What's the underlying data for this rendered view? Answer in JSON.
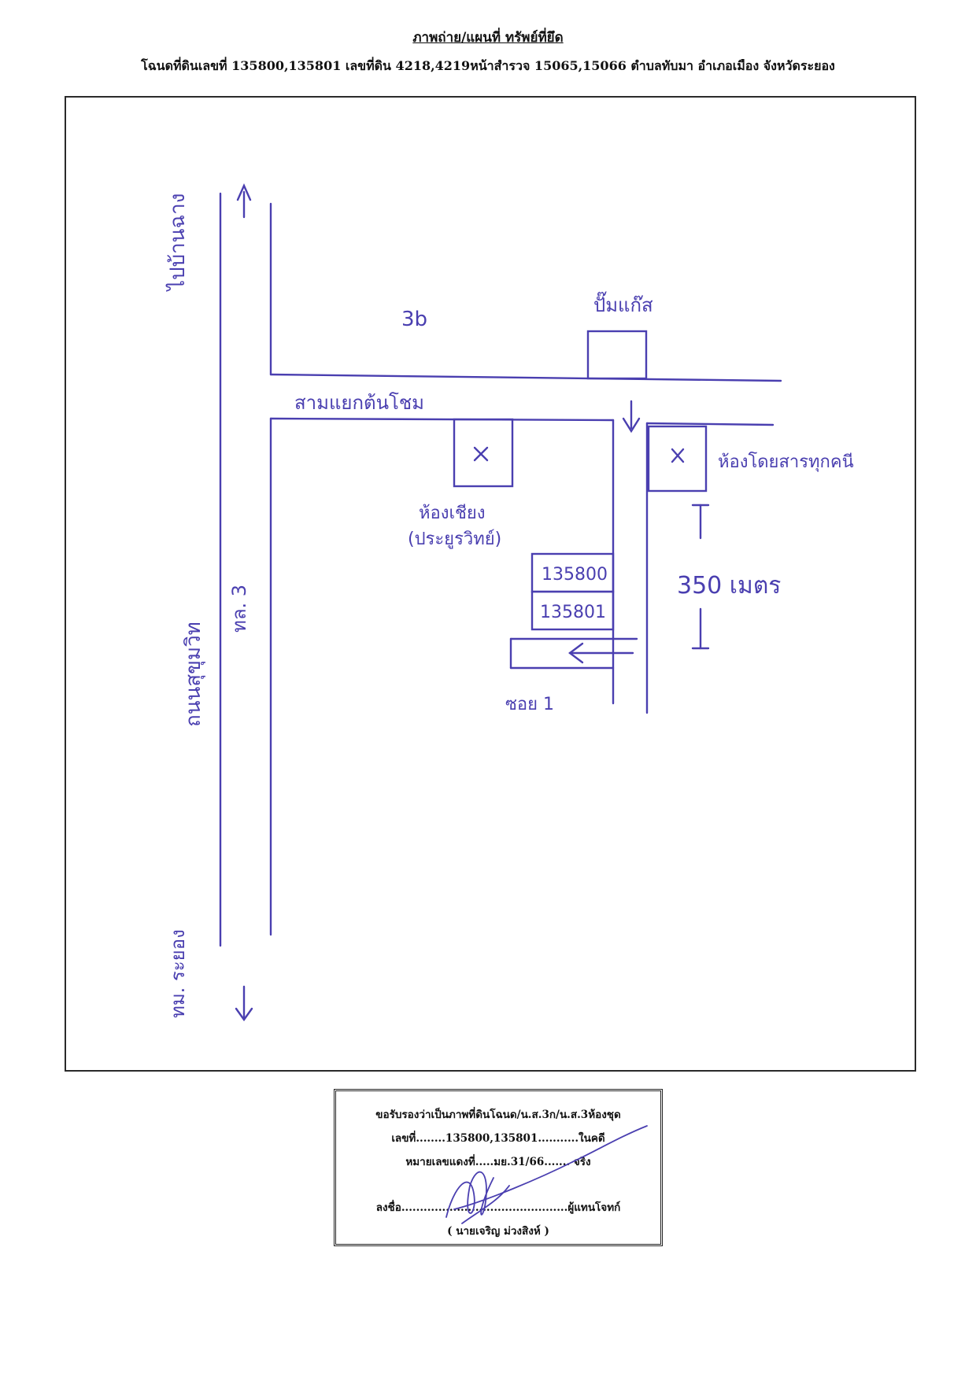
{
  "header": {
    "title": "ภาพถ่าย/แผนที่ ทรัพย์ที่ยึด",
    "subtitle": "โฉนดที่ดินเลขที่ 135800,135801 เลขที่ดิน 4218,4219หน้าสำรวจ 15065,15066  ตำบลทับมา  อำเภอเมือง จังหวัดระยอง"
  },
  "map": {
    "labels": {
      "to_north": "ไปบ้านฉาง",
      "road_no": "3b",
      "soi_name": "สามแยกต้นโชม",
      "gas_station": "ปั๊มแก๊ส",
      "shop_left": "ห้องเชียง",
      "shop_left_sub": "(ประยูรวิทย์)",
      "shop_right": "ห้องโดยสารทุกคนี",
      "main_road": "ถนนสุขุมวิท",
      "highway": "ทล. 3",
      "to_south": "ทม. ระยอง",
      "deed_1": "135800",
      "deed_2": "135801",
      "soi_1": "ซอย 1",
      "distance": "350  เมตร"
    },
    "colors": {
      "ink": "#4a3fb0",
      "frame": "#2a2a2a"
    }
  },
  "certificate": {
    "line1": "ขอรับรองว่าเป็นภาพที่ดินโฉนด/น.ส.3ก/น.ส.3ห้องชุด",
    "line2": "เลขที่........135800,135801...........ในคดี",
    "line3": "หมายเลขแดงที่.....มย.31/66....... จริง",
    "line4": "ลงชื่อ.............................................ผู้แทนโจทก์",
    "line5": "(   นายเจริญ ม่วงสิงห์   )"
  }
}
